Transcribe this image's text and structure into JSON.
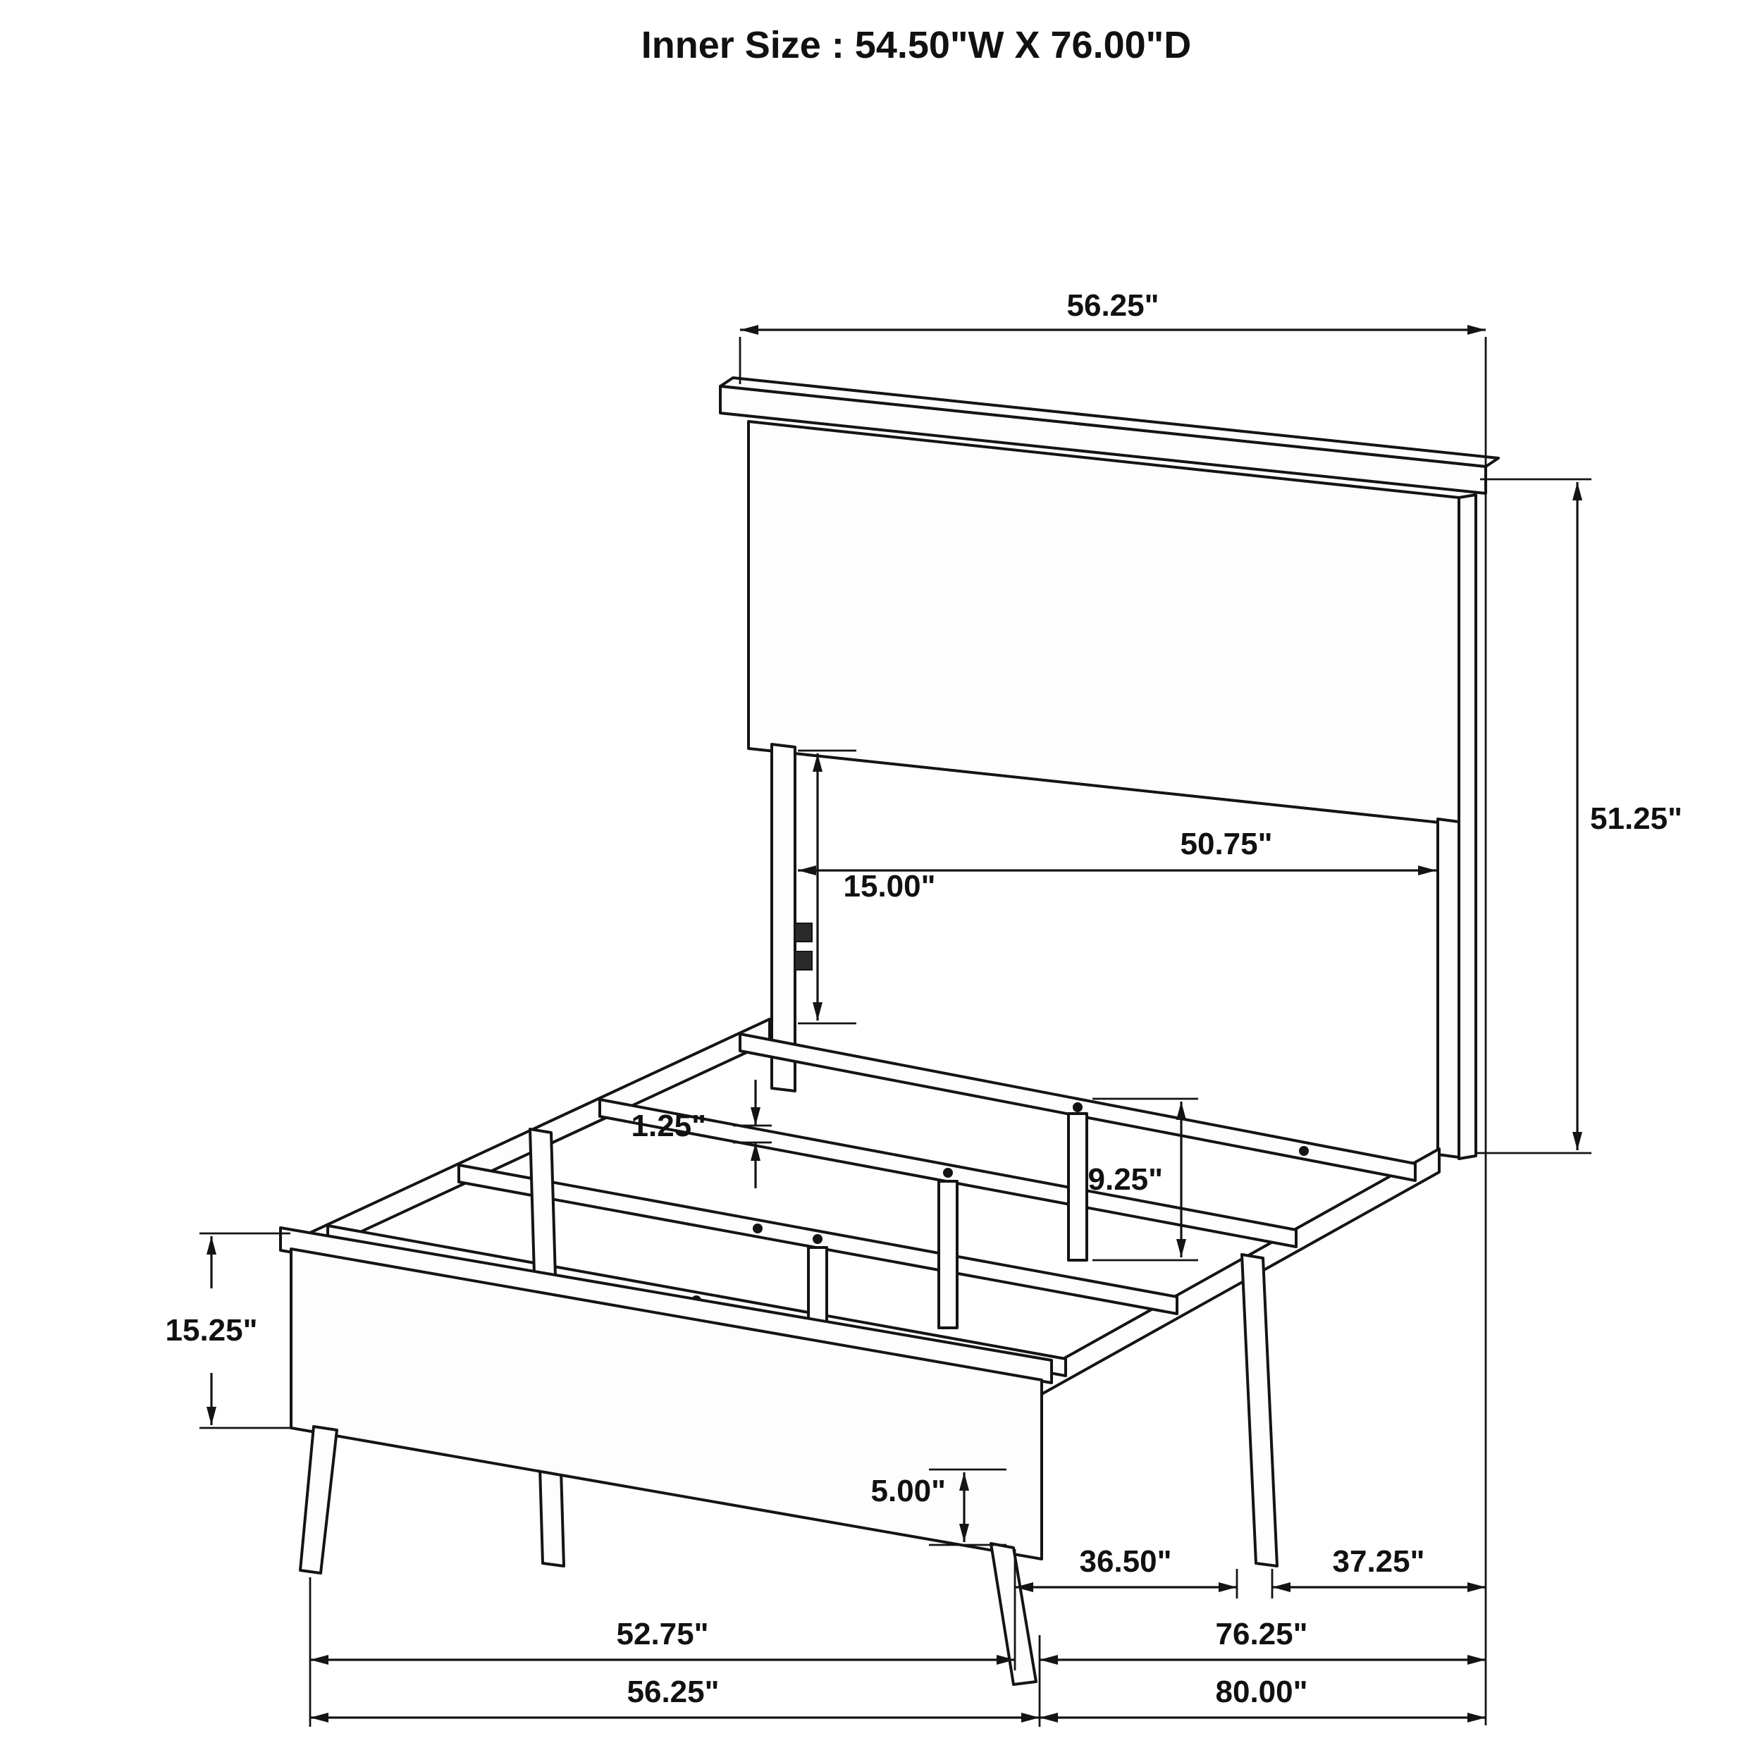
{
  "title": "Inner Size : 54.50\"W X 76.00\"D",
  "dimensions": {
    "headboard_width": "56.25\"",
    "headboard_height": "51.25\"",
    "headboard_panel_width": "50.75\"",
    "headboard_leg_exposed": "15.00\"",
    "slat_thickness": "1.25\"",
    "center_support_height": "9.25\"",
    "footboard_height": "15.25\"",
    "foot_leg_height": "5.00\"",
    "leg_span_front": "36.50\"",
    "leg_span_rear": "37.25\"",
    "footboard_inner_width": "52.75\"",
    "side_rail_length": "76.25\"",
    "footboard_width": "56.25\"",
    "overall_length": "80.00\""
  }
}
